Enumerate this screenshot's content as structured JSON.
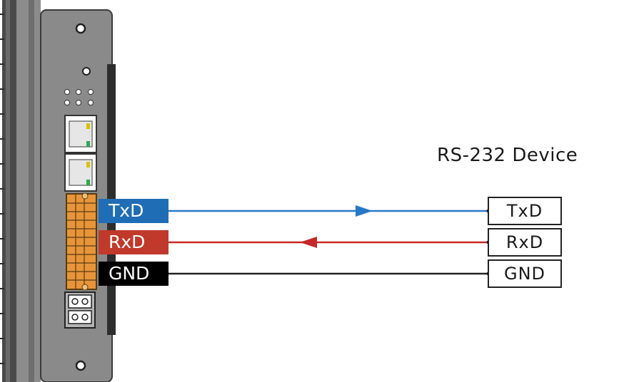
{
  "device": {
    "title": "RS-232 Device"
  },
  "controller_labels": [
    {
      "text": "TxD",
      "color": "#1f6db5"
    },
    {
      "text": "RxD",
      "color": "#c0392b"
    },
    {
      "text": "GND",
      "color": "#000000"
    }
  ],
  "device_terminals": [
    "TxD",
    "RxD",
    "GND"
  ],
  "colors": {
    "txd_wire": "#2878c8",
    "rxd_wire": "#c62828",
    "gnd_wire": "#222222",
    "chassis": "#7a7a7a",
    "connector": "#e8953a"
  }
}
